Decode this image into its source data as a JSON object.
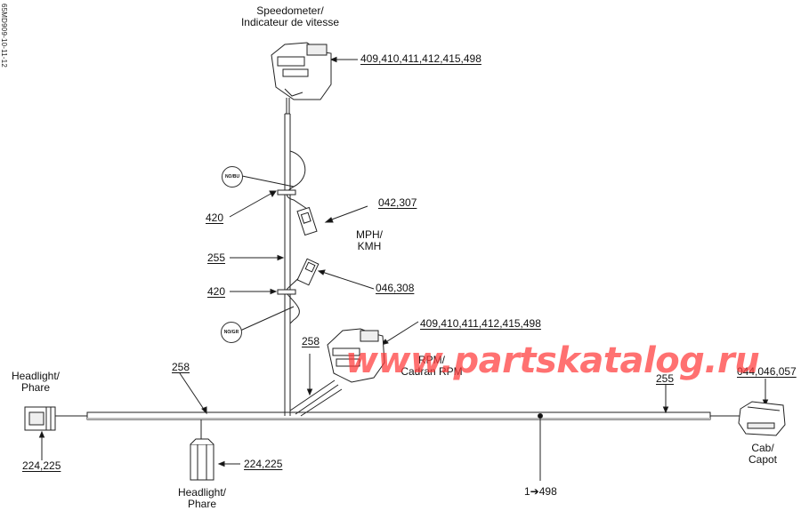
{
  "drawing_id": "65MD909-10-11-12",
  "components": {
    "speedometer": {
      "label_line1": "Speedometer/",
      "label_line2": "Indicateur de vitesse",
      "ref": "409,410,411,412,415,498"
    },
    "rpm": {
      "label_line1": "RPM/",
      "label_line2": "Cadran RPM",
      "ref": "409,410,411,412,415,498"
    },
    "mph_kmh": {
      "label_line1": "MPH/",
      "label_line2": "KMH"
    },
    "headlight_left": {
      "label_line1": "Headlight/",
      "label_line2": "Phare",
      "ref": "224,225"
    },
    "headlight_center": {
      "label_line1": "Headlight/",
      "label_line2": "Phare",
      "ref": "224,225"
    },
    "cab": {
      "label_line1": "Cab/",
      "label_line2": "Capot",
      "ref": "044,046,057"
    }
  },
  "connectors": {
    "upper_connector_ref": "042,307",
    "lower_connector_ref": "046,308",
    "upper_tag": "NO/BU",
    "lower_tag": "NO/GR"
  },
  "callouts": {
    "tie_upper": "420",
    "tie_lower": "420",
    "harness_vertical": "255",
    "harness_branch": "258",
    "harness_left": "258",
    "harness_right": "255",
    "main_range": "1➔498"
  },
  "watermark": "www.partskatalog.ru"
}
